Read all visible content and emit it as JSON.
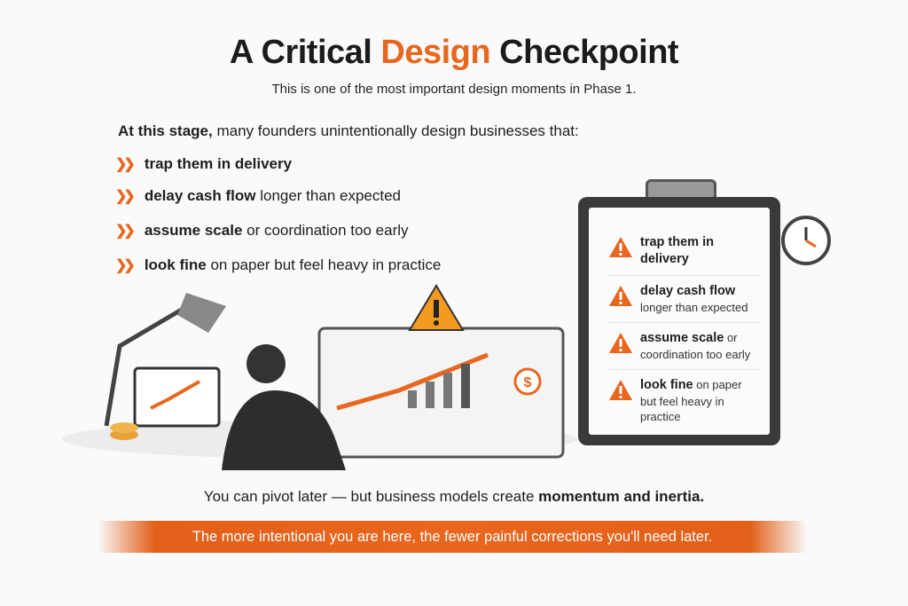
{
  "title": {
    "prefix": "A Critical ",
    "accent": "Design",
    "suffix": " Checkpoint"
  },
  "subtitle": "This is one of the most important design moments in Phase 1.",
  "intro": {
    "bold": "At this stage,",
    "rest": " many founders unintentionally design businesses that:"
  },
  "bullets": [
    {
      "bold": "trap them in delivery",
      "rest": ""
    },
    {
      "bold": "delay cash flow",
      "rest": " longer than expected"
    },
    {
      "bold": "assume scale",
      "rest": " or coordination too early"
    },
    {
      "bold": "look fine",
      "rest": " on paper but feel heavy in practice"
    }
  ],
  "clipboard": [
    {
      "line1_bold": "trap them in",
      "line1_rest": "",
      "line2": "delivery",
      "line2_bold": true
    },
    {
      "line1_bold": "delay cash flow",
      "line1_rest": "",
      "line2": "longer than expected",
      "line2_bold": false
    },
    {
      "line1_bold": "assume scale",
      "line1_rest": " or",
      "line2": "coordination too early",
      "line2_bold": false
    },
    {
      "line1_bold": "look fine",
      "line1_rest": " on paper",
      "line2": "but feel heavy in practice",
      "line2_bold": false
    }
  ],
  "pivot": {
    "rest": "You can pivot later — but business models create ",
    "bold": "momentum and inertia."
  },
  "banner": "The more intentional you are here, the fewer painful corrections you'll need later.",
  "colors": {
    "accent": "#e8661d",
    "text": "#1e1e1e"
  },
  "illustration": {
    "dollar_symbol": "$"
  }
}
